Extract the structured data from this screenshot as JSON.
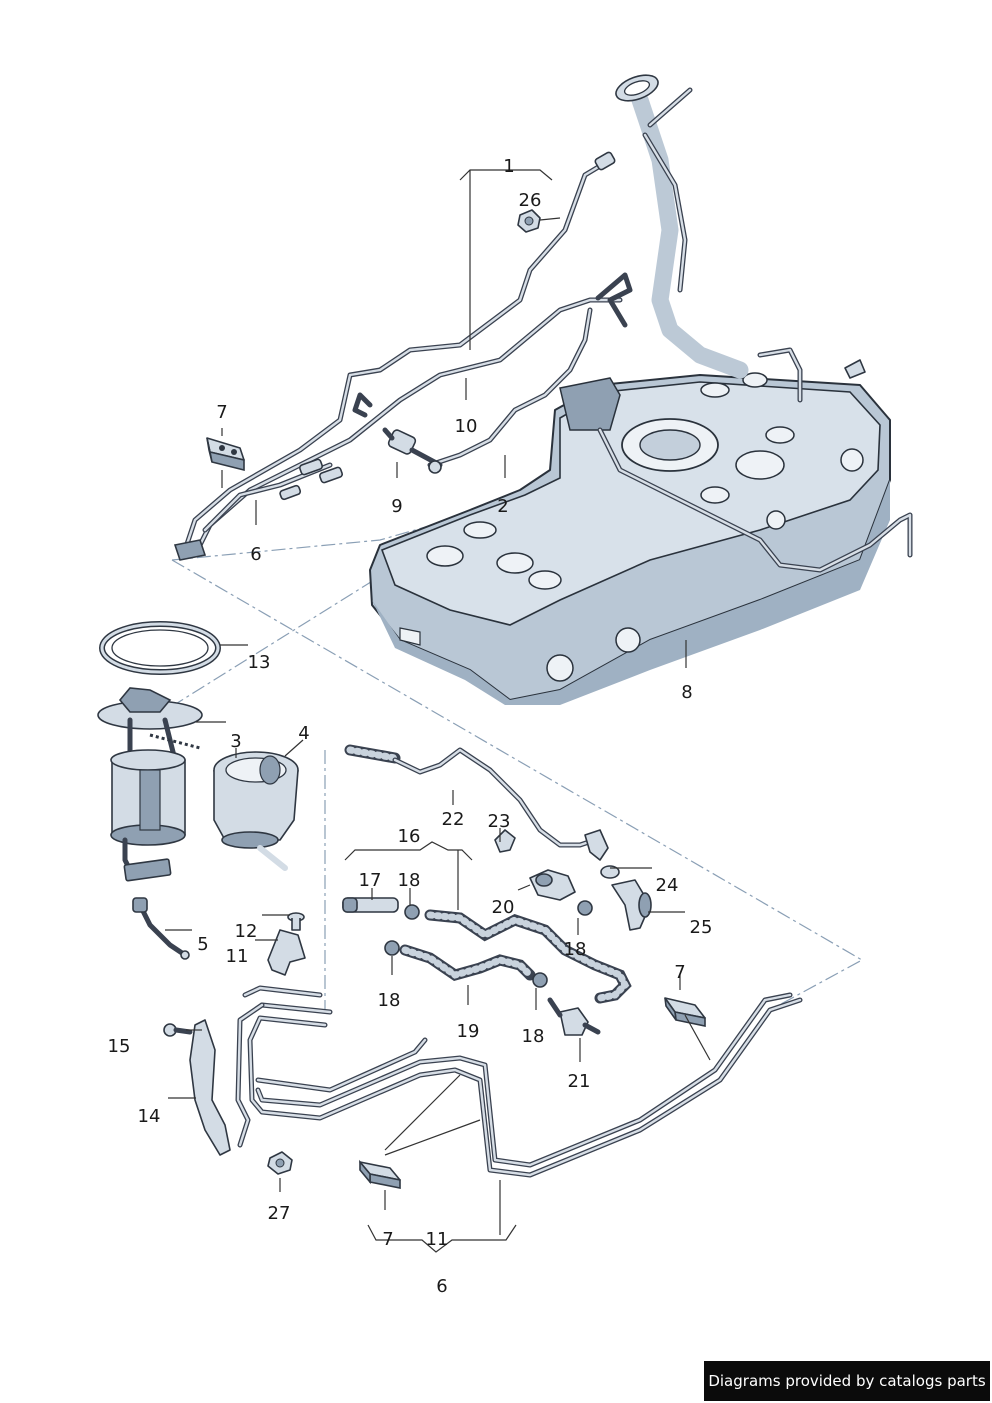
{
  "callouts": {
    "c1": "1",
    "c2": "2",
    "c3": "3",
    "c4": "4",
    "c5": "5",
    "c6a": "6",
    "c6b": "6",
    "c7a": "7",
    "c7b": "7",
    "c7c": "7",
    "c8": "8",
    "c9": "9",
    "c10": "10",
    "c11a": "11",
    "c11b": "11",
    "c12": "12",
    "c13": "13",
    "c14": "14",
    "c15": "15",
    "c16": "16",
    "c17": "17",
    "c18a": "18",
    "c18b": "18",
    "c18c": "18",
    "c18d": "18",
    "c19": "19",
    "c20": "20",
    "c21": "21",
    "c22": "22",
    "c23": "23",
    "c24": "24",
    "c25": "25",
    "c26": "26",
    "c27": "27"
  },
  "footer": {
    "credit": "Diagrams provided by catalogs parts"
  },
  "colors": {
    "line": "#2f3742",
    "fill": "#d3dce5",
    "tank": "#b9c7d5",
    "dash": "#8a9fb5",
    "footer_bg": "#0b0b0b"
  }
}
